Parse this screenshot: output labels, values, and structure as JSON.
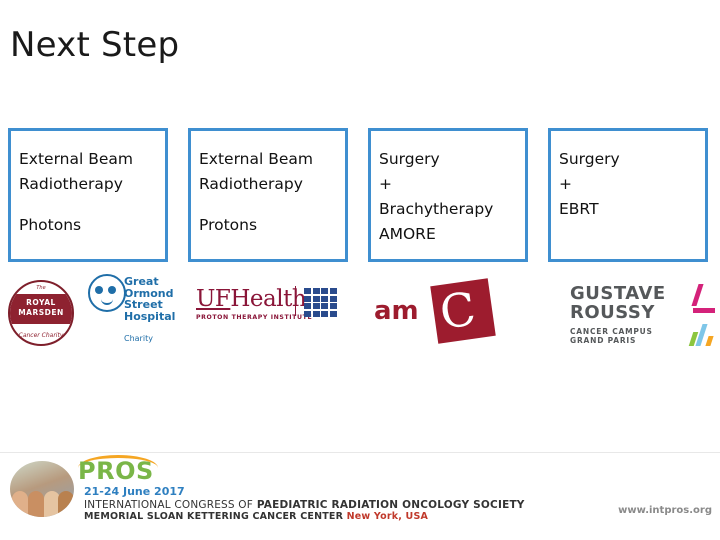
{
  "slide": {
    "title": "Next Step",
    "boxes": [
      {
        "line1": "External Beam",
        "line2": "Radiotherapy",
        "line3": "Photons",
        "line4": ""
      },
      {
        "line1": "External Beam",
        "line2": "Radiotherapy",
        "line3": "Protons",
        "line4": ""
      },
      {
        "line1": "Surgery",
        "line2": "+",
        "line3": "Brachytherapy",
        "line4": "AMORE"
      },
      {
        "line1": "Surgery",
        "line2": "+",
        "line3": "EBRT",
        "line4": ""
      }
    ],
    "box_border_color": "#3f8fd0",
    "logos": {
      "marsden": {
        "line1": "The",
        "line2": "ROYAL",
        "line3": "MARSDEN",
        "line4": "Cancer Charity"
      },
      "gosh": {
        "line1": "Great",
        "line2": "Ormond",
        "line3": "Street",
        "line4": "Hospital",
        "line5": "Charity"
      },
      "uf": {
        "main_u": "UF",
        "main_rest": "Health",
        "sub": "PROTON THERAPY INSTITUTE"
      },
      "amore": {
        "text": "am",
        "mark": "C"
      },
      "gustave_roussy": {
        "line1": "GUSTAVE",
        "line2": "ROUSSY",
        "sub1": "CANCER CAMPUS",
        "sub2": "GRAND PARIS"
      }
    },
    "banner": {
      "logo": "PROS",
      "dates": "21-24 June 2017",
      "line1_strong": "INTERNATIONAL CONGRESS OF",
      "line1_bold": "PAEDIATRIC RADIATION ONCOLOGY SOCIETY",
      "line2": "MEMORIAL SLOAN KETTERING  CANCER CENTER",
      "line2_red": "New York,  USA",
      "url": "www.intpros.org"
    }
  }
}
